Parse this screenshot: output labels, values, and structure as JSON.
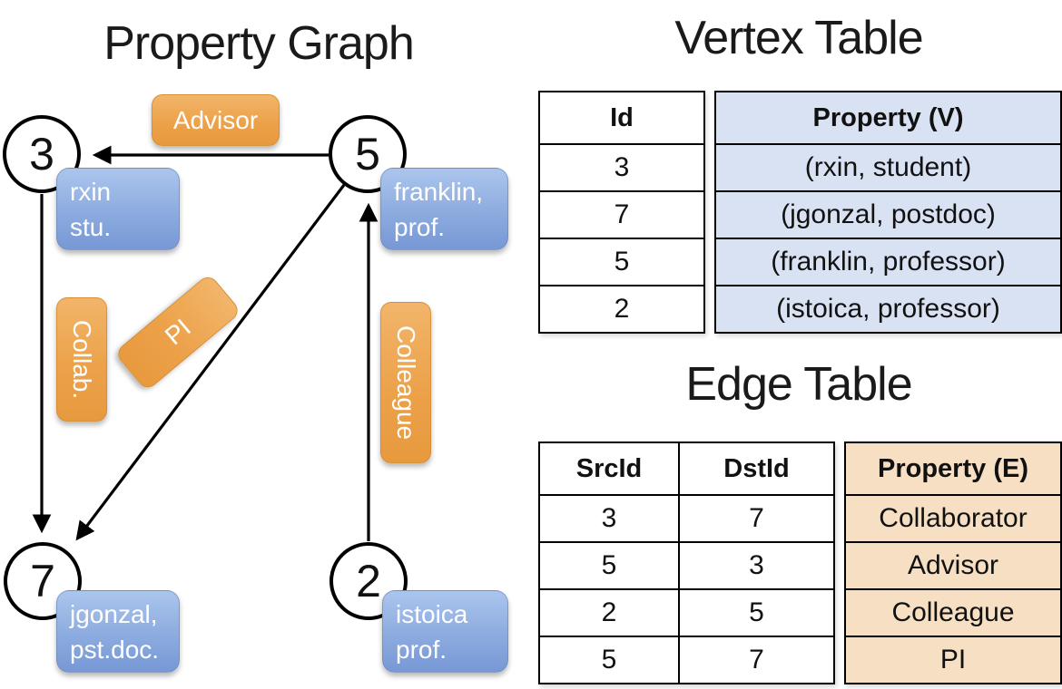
{
  "graph": {
    "title": "Property Graph",
    "vertices": [
      {
        "id": "3",
        "line1": "rxin",
        "line2": "stu."
      },
      {
        "id": "5",
        "line1": "franklin,",
        "line2": "prof."
      },
      {
        "id": "7",
        "line1": "jgonzal,",
        "line2": "pst.doc."
      },
      {
        "id": "2",
        "line1": "istoica",
        "line2": "prof."
      }
    ],
    "edge_labels": {
      "advisor": "Advisor",
      "collab": "Collab.",
      "pi": "PI",
      "colleague": "Colleague"
    },
    "edges": [
      {
        "src": "5",
        "dst": "3",
        "label": "Advisor"
      },
      {
        "src": "3",
        "dst": "7",
        "label": "Collab."
      },
      {
        "src": "5",
        "dst": "7",
        "label": "PI"
      },
      {
        "src": "2",
        "dst": "5",
        "label": "Colleague"
      }
    ]
  },
  "vertex_table": {
    "title": "Vertex Table",
    "columns": [
      "Id",
      "Property (V)"
    ],
    "rows": [
      [
        "3",
        "(rxin, student)"
      ],
      [
        "7",
        "(jgonzal, postdoc)"
      ],
      [
        "5",
        "(franklin, professor)"
      ],
      [
        "2",
        "(istoica, professor)"
      ]
    ]
  },
  "edge_table": {
    "title": "Edge Table",
    "columns": [
      "SrcId",
      "DstId",
      "Property (E)"
    ],
    "rows": [
      [
        "3",
        "7",
        "Collaborator"
      ],
      [
        "5",
        "3",
        "Advisor"
      ],
      [
        "2",
        "5",
        "Colleague"
      ],
      [
        "5",
        "7",
        "PI"
      ]
    ]
  },
  "colors": {
    "edge_label_orange": "#eca24a",
    "vertex_label_blue": "#8cabdf",
    "vertex_table_fill": "#d9e2f3",
    "edge_table_fill": "#f6dfc2",
    "line_black": "#000000"
  }
}
